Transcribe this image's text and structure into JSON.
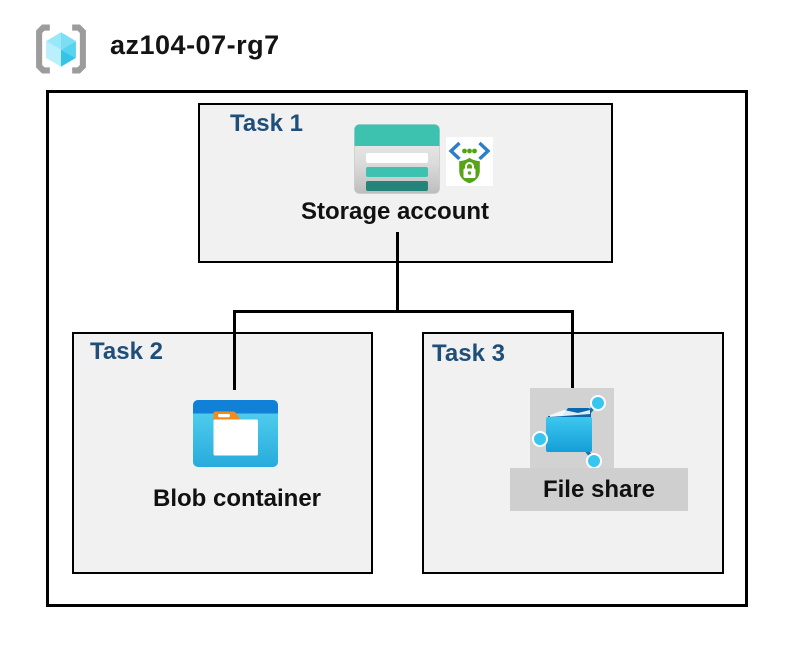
{
  "header": {
    "title": "az104-07-rg7"
  },
  "tasks": {
    "task1": {
      "label": "Task 1",
      "item": "Storage account"
    },
    "task2": {
      "label": "Task 2",
      "item": "Blob container"
    },
    "task3": {
      "label": "Task 3",
      "item": "File share"
    }
  },
  "icons": {
    "resource_group": "resource-group-icon",
    "storage_account": "storage-account-icon",
    "secure_access": "secure-access-icon",
    "blob_container": "blob-container-icon",
    "file_share": "file-share-icon"
  },
  "colors": {
    "task_label_blue": "#1F4E79",
    "box_background": "#F1F1F1",
    "box_border": "#000000",
    "connector": "#000000",
    "storage_teal": "#3DC2AF",
    "storage_teal_dark": "#26837A",
    "blob_header_blue": "#1081D7",
    "blob_body_cyan": "#3FC6EC",
    "folder_tab_orange": "#F08C1E",
    "file_share_icon_bg": "#D2D2D2",
    "file_share_label_bg": "#CFCFCF",
    "shield_green": "#57A41A",
    "code_bracket_blue": "#2D7EC8",
    "rg_cube_cyan": "#55D3F0",
    "rg_bracket_gray": "#9C9C9C"
  }
}
